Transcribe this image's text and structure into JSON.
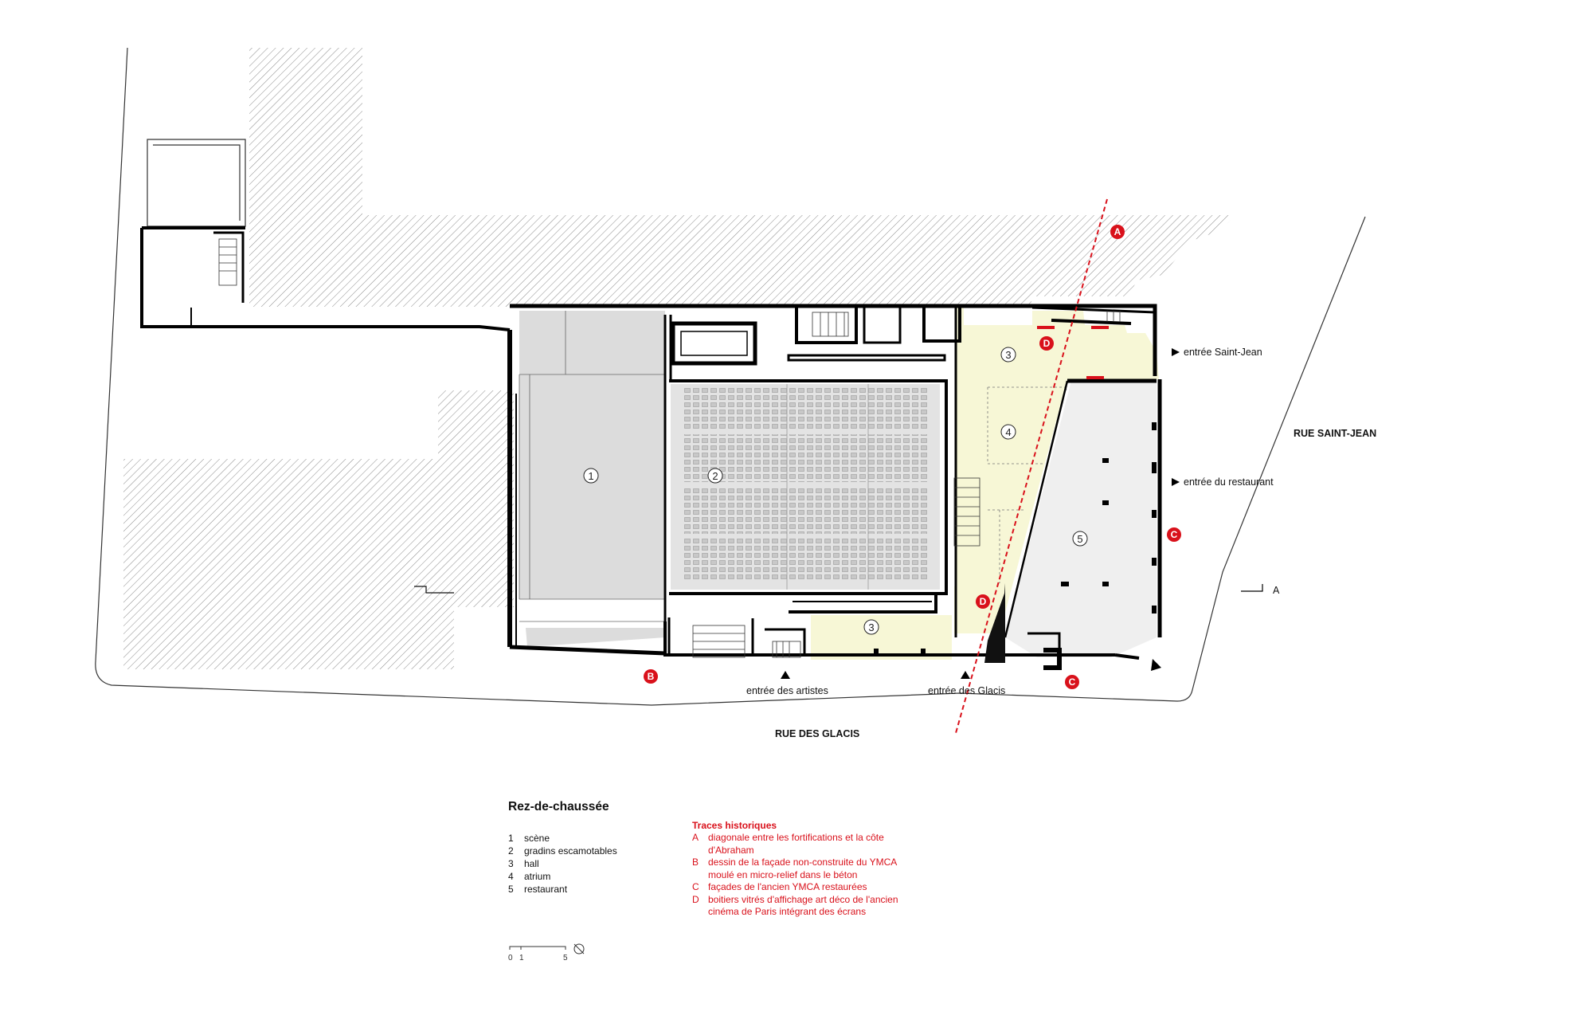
{
  "drawing": {
    "title": "Rez-de-chaussée",
    "streets": {
      "saint_jean": "RUE SAINT-JEAN",
      "glacis": "RUE DES GLACIS"
    },
    "entrances": {
      "saint_jean": "entrée Saint-Jean",
      "restaurant": "entrée du restaurant",
      "artistes": "entrée des artistes",
      "glacis": "entrée des Glacis"
    },
    "section_mark": "A",
    "room_numbers": [
      "1",
      "2",
      "3",
      "4",
      "5",
      "3"
    ],
    "markers": [
      "A",
      "B",
      "C",
      "C",
      "D",
      "D"
    ],
    "colors": {
      "hatch": "#8a8a8a",
      "room_grey": "#dcdcdc",
      "atrium_yellow": "#f7f7d6",
      "marker_red": "#d9111b",
      "wall": "#000000"
    },
    "legend": {
      "items": [
        {
          "key": "1",
          "label": "scène"
        },
        {
          "key": "2",
          "label": "gradins escamotables"
        },
        {
          "key": "3",
          "label": "hall"
        },
        {
          "key": "4",
          "label": "atrium"
        },
        {
          "key": "5",
          "label": "restaurant"
        }
      ]
    },
    "historical": {
      "title": "Traces historiques",
      "items": [
        {
          "key": "A",
          "lines": [
            "diagonale entre les fortifications et la côte",
            "d'Abraham"
          ]
        },
        {
          "key": "B",
          "lines": [
            "dessin de la façade non-construite du YMCA",
            "moulé en micro-relief dans le béton"
          ]
        },
        {
          "key": "C",
          "lines": [
            "façades de l'ancien YMCA restaurées"
          ]
        },
        {
          "key": "D",
          "lines": [
            "boitiers vitrés d'affichage art déco de l'ancien",
            "cinéma de Paris intégrant des écrans"
          ]
        }
      ]
    },
    "scale": {
      "ticks": [
        "0",
        "1",
        "5"
      ]
    }
  }
}
